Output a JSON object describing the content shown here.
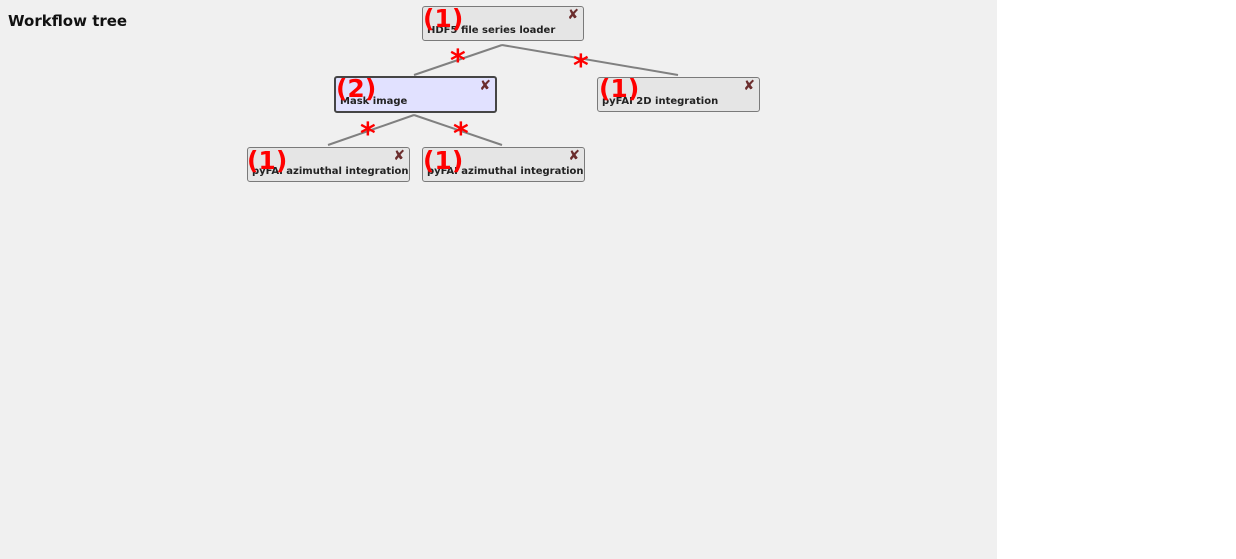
{
  "panel": {
    "title": "Workflow tree",
    "canvas_color": "#f0f0f0",
    "edge_color": "#808080"
  },
  "nodes": [
    {
      "id": "hdf5-loader",
      "label": "HDF5 file series loader",
      "badge": "(1)",
      "selected": false
    },
    {
      "id": "mask-image",
      "label": "Mask image",
      "badge": "(2)",
      "selected": true
    },
    {
      "id": "pyfai-2d",
      "label": "pyFAI 2D integration",
      "badge": "(1)",
      "selected": false
    },
    {
      "id": "pyfai-az-1",
      "label": "pyFAI azimuthal integration",
      "badge": "(1)",
      "selected": false
    },
    {
      "id": "pyfai-az-2",
      "label": "pyFAI azimuthal integration",
      "badge": "(1)",
      "selected": false
    }
  ],
  "edge_marker": "*",
  "close_glyph": "✘",
  "colors": {
    "node_bg": "#e5e5e5",
    "node_selected_bg": "#e1e1ff",
    "annotation": "#ff0000",
    "close_icon": "#6b2d2d"
  }
}
